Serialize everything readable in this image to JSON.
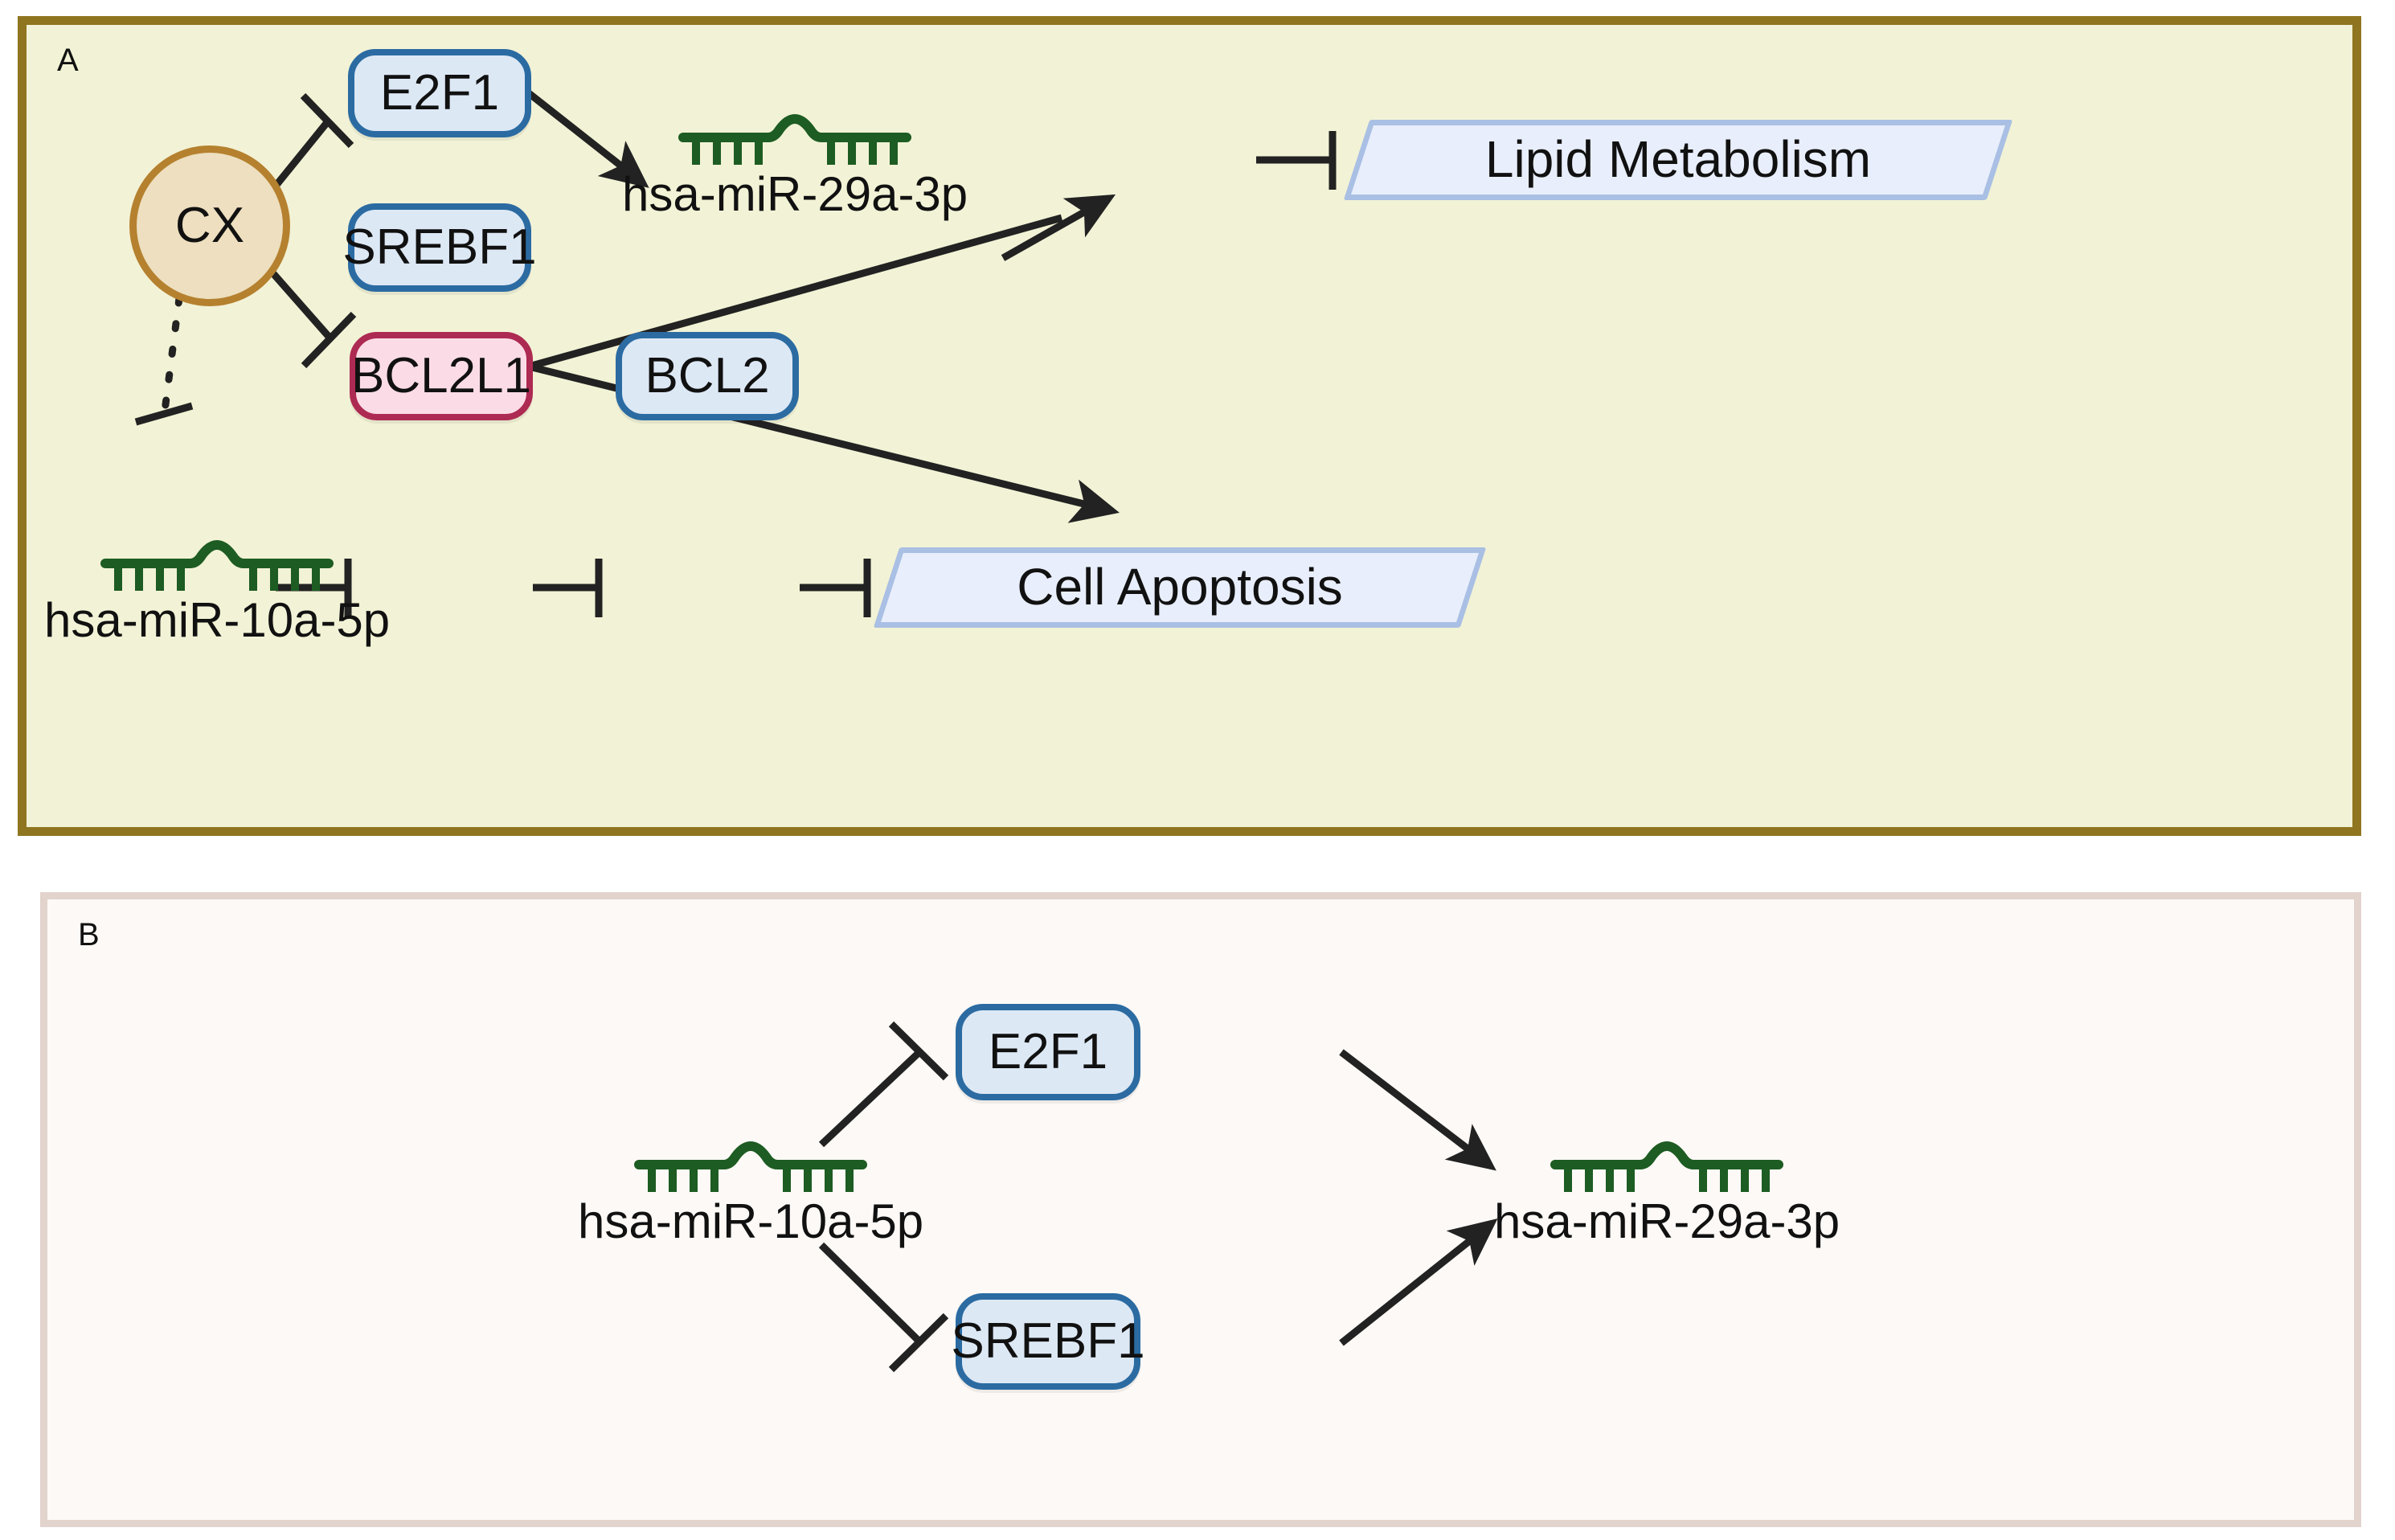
{
  "figure": {
    "panels": [
      {
        "id": "A",
        "letter": "A",
        "bg_color": "#f2f2d6",
        "border_color": "#8f7520",
        "nodes": [
          {
            "name": "CX",
            "label": "CX",
            "type": "circle",
            "fill": "#eddfbf",
            "stroke": "#b5812f"
          },
          {
            "name": "E2F1",
            "label": "E2F1",
            "type": "gene",
            "fill": "#dde8f5",
            "stroke": "#2b6ba2"
          },
          {
            "name": "SREBF1",
            "label": "SREBF1",
            "type": "gene",
            "fill": "#dde8f5",
            "stroke": "#2b6ba2"
          },
          {
            "name": "BCL2L1",
            "label": "BCL2L1",
            "type": "gene",
            "fill": "#fbdce6",
            "stroke": "#ad2a52"
          },
          {
            "name": "BCL2",
            "label": "BCL2",
            "type": "gene",
            "fill": "#dde8f5",
            "stroke": "#2b6ba2"
          },
          {
            "name": "miR-29a",
            "label": "hsa-miR-29a-3p",
            "type": "mirna",
            "stroke": "#1d5c22"
          },
          {
            "name": "miR-10a",
            "label": "hsa-miR-10a-5p",
            "type": "mirna",
            "stroke": "#1d5c22"
          },
          {
            "name": "LipidMetabolism",
            "label": "Lipid Metabolism",
            "type": "process",
            "fill": "#e8eefb",
            "stroke": "#a9bfe4"
          },
          {
            "name": "CellApoptosis",
            "label": "Cell Apoptosis",
            "type": "process",
            "fill": "#e8eefb",
            "stroke": "#a9bfe4"
          }
        ],
        "edges": [
          {
            "from": "CX",
            "to": "E2F1",
            "kind": "inhibition",
            "style": "solid"
          },
          {
            "from": "CX",
            "to": "SREBF1",
            "kind": "inhibition",
            "style": "solid"
          },
          {
            "from": "CX",
            "to": "miR-10a",
            "kind": "inhibition",
            "style": "dotted"
          },
          {
            "from": "E2F1",
            "to": "miR-29a",
            "kind": "activation",
            "style": "solid"
          },
          {
            "from": "SREBF1",
            "to": "miR-29a",
            "kind": "activation",
            "style": "solid"
          },
          {
            "from": "SREBF1",
            "to": "BCL2",
            "kind": "activation",
            "style": "solid"
          },
          {
            "from": "miR-29a",
            "to": "LipidMetabolism",
            "kind": "inhibition",
            "style": "solid"
          },
          {
            "from": "miR-10a",
            "to": "BCL2L1",
            "kind": "inhibition",
            "style": "solid"
          },
          {
            "from": "BCL2L1",
            "to": "BCL2",
            "kind": "inhibition",
            "style": "solid"
          },
          {
            "from": "BCL2",
            "to": "CellApoptosis",
            "kind": "inhibition",
            "style": "solid"
          }
        ]
      },
      {
        "id": "B",
        "letter": "B",
        "bg_color": "#fdf9f6",
        "border_color": "#e2d3cd",
        "nodes": [
          {
            "name": "miR-10a",
            "label": "hsa-miR-10a-5p",
            "type": "mirna",
            "stroke": "#1d5c22"
          },
          {
            "name": "E2F1",
            "label": "E2F1",
            "type": "gene",
            "fill": "#dde8f5",
            "stroke": "#2b6ba2"
          },
          {
            "name": "SREBF1",
            "label": "SREBF1",
            "type": "gene",
            "fill": "#dde8f5",
            "stroke": "#2b6ba2"
          },
          {
            "name": "miR-29a",
            "label": "hsa-miR-29a-3p",
            "type": "mirna",
            "stroke": "#1d5c22"
          }
        ],
        "edges": [
          {
            "from": "miR-10a",
            "to": "E2F1",
            "kind": "inhibition",
            "style": "solid"
          },
          {
            "from": "miR-10a",
            "to": "SREBF1",
            "kind": "inhibition",
            "style": "solid"
          },
          {
            "from": "E2F1",
            "to": "miR-29a",
            "kind": "activation",
            "style": "solid"
          },
          {
            "from": "SREBF1",
            "to": "miR-29a",
            "kind": "activation",
            "style": "solid"
          }
        ]
      }
    ]
  },
  "panelA": {
    "letter": "A",
    "cx": "CX",
    "e2f1": "E2F1",
    "srebf1": "SREBF1",
    "bcl2l1": "BCL2L1",
    "bcl2": "BCL2",
    "mir29a": "hsa-miR-29a-3p",
    "mir10a": "hsa-miR-10a-5p",
    "lipid": "Lipid Metabolism",
    "apoptosis": "Cell Apoptosis"
  },
  "panelB": {
    "letter": "B",
    "mir10a": "hsa-miR-10a-5p",
    "e2f1": "E2F1",
    "srebf1": "SREBF1",
    "mir29a": "hsa-miR-29a-3p"
  },
  "colors": {
    "panel_a_bg": "#f2f2d6",
    "panel_a_border": "#8f7520",
    "panel_b_bg": "#fdf9f6",
    "panel_b_border": "#e2d3cd",
    "gene_fill": "#dde8f5",
    "gene_stroke": "#2b6ba2",
    "bcl2l1_fill": "#fbdce6",
    "bcl2l1_stroke": "#ad2a52",
    "cx_fill": "#eddfbf",
    "cx_stroke": "#b5812f",
    "process_fill": "#e8eefb",
    "process_stroke": "#a9bfe4",
    "mirna_green": "#1d5c22",
    "connector": "#222222"
  }
}
